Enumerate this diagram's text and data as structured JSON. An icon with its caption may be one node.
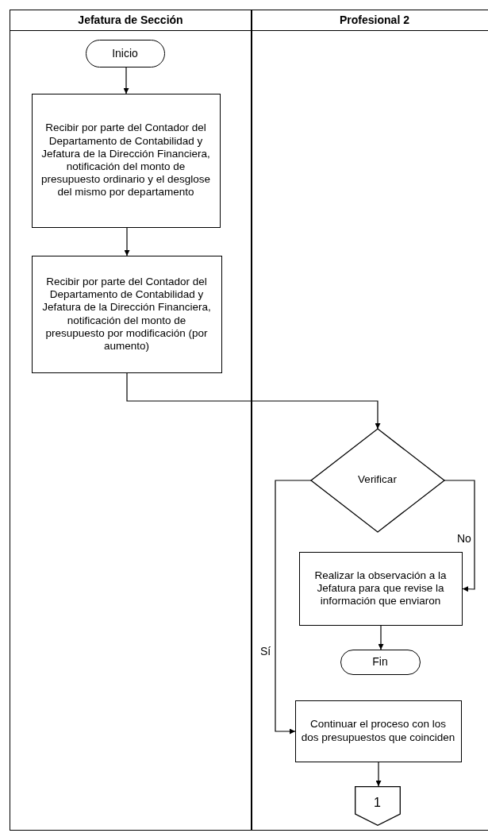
{
  "diagram": {
    "nodes": [
      {
        "text": [
          "Jefatura de Sección"
        ]
      },
      {
        "text": [
          "Profesional 2"
        ]
      },
      {
        "text": [
          "Inicio"
        ],
        "in": 0
      },
      {
        "text": [
          "Recibir por parte del Contador del Departamento de Contabilidad y Jefatura de la Dirección Financiera, notificación del monto de presupuesto ordinario y el desglose del mismo por departamento"
        ],
        "in": 0
      },
      {
        "text": [
          "Recibir por parte del Contador del Departamento de Contabilidad y Jefatura de la Dirección Financiera, notificación del monto de presupuesto por modificación (por aumento)"
        ],
        "in": 0
      },
      {
        "text": [
          "Verificar"
        ],
        "in": 1
      },
      {
        "text": [
          "Realizar la observación a la Jefatura para que revise la información que enviaron"
        ],
        "in": 1
      },
      {
        "text": [
          "Fin"
        ],
        "in": 1
      },
      {
        "text": [
          "Continuar el proceso con los dos presupuestos que coinciden"
        ],
        "in": 1
      },
      {
        "text": [
          "1"
        ],
        "in": 1
      }
    ],
    "edges": [
      {
        "from": 2,
        "to": 3,
        "arrow": "to"
      },
      {
        "from": 3,
        "to": 4,
        "arrow": "to"
      },
      {
        "from": 4,
        "to": 5,
        "arrow": "to"
      },
      {
        "from": 5,
        "to": 6,
        "arrow": "to",
        "label": "No"
      },
      {
        "from": 5,
        "to": 8,
        "arrow": "to",
        "label": "Sí"
      },
      {
        "from": 6,
        "to": 7,
        "arrow": "to"
      },
      {
        "from": 8,
        "to": 9,
        "arrow": "to"
      }
    ]
  }
}
